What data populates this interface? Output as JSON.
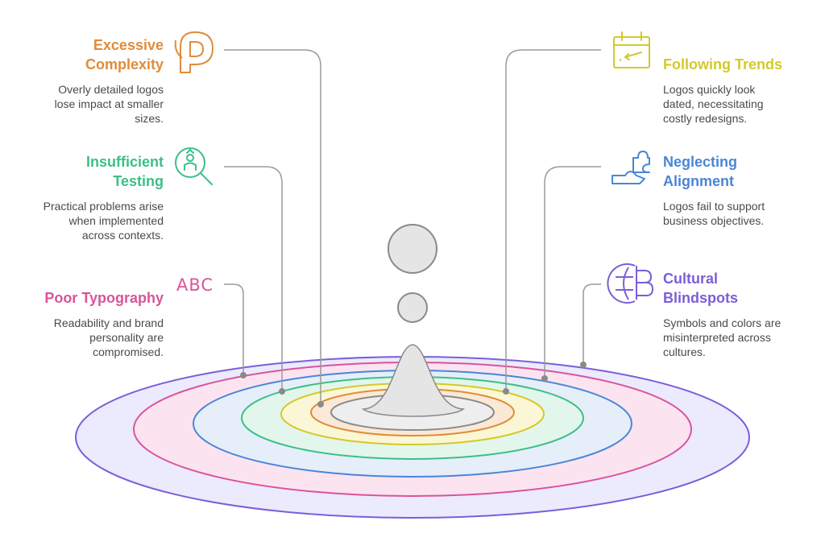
{
  "colors": {
    "excessive": "#e08c3a",
    "testing": "#3cbf86",
    "typography": "#d9549b",
    "trends": "#d4c92c",
    "alignment": "#4a86d6",
    "cultural": "#7a5fd8",
    "connector": "#9a9a9a",
    "drop": "#e5e5e5"
  },
  "items": {
    "excessive": {
      "title": "Excessive\nComplexity",
      "desc": "Overly detailed logos\nlose impact at smaller\nsizes.",
      "icon": "p-letter-outline-icon"
    },
    "testing": {
      "title": "Insufficient\nTesting",
      "desc": "Practical problems arise\nwhen implemented\nacross contexts.",
      "icon": "magnifier-figure-icon"
    },
    "typography": {
      "title": "Poor Typography",
      "desc": "Readability and brand\npersonality are\ncompromised.",
      "icon_text": "ABC"
    },
    "trends": {
      "title": "Following Trends",
      "desc": "Logos quickly look\ndated, necessitating\ncostly redesigns.",
      "icon": "calendar-icon"
    },
    "alignment": {
      "title": "Neglecting\nAlignment",
      "desc": "Logos fail to support\nbusiness objectives.",
      "icon": "hand-puzzle-icon"
    },
    "cultural": {
      "title": "Cultural\nBlindspots",
      "desc": "Symbols and colors are\nmisinterpreted across\ncultures.",
      "icon": "globe-b-icon"
    }
  }
}
